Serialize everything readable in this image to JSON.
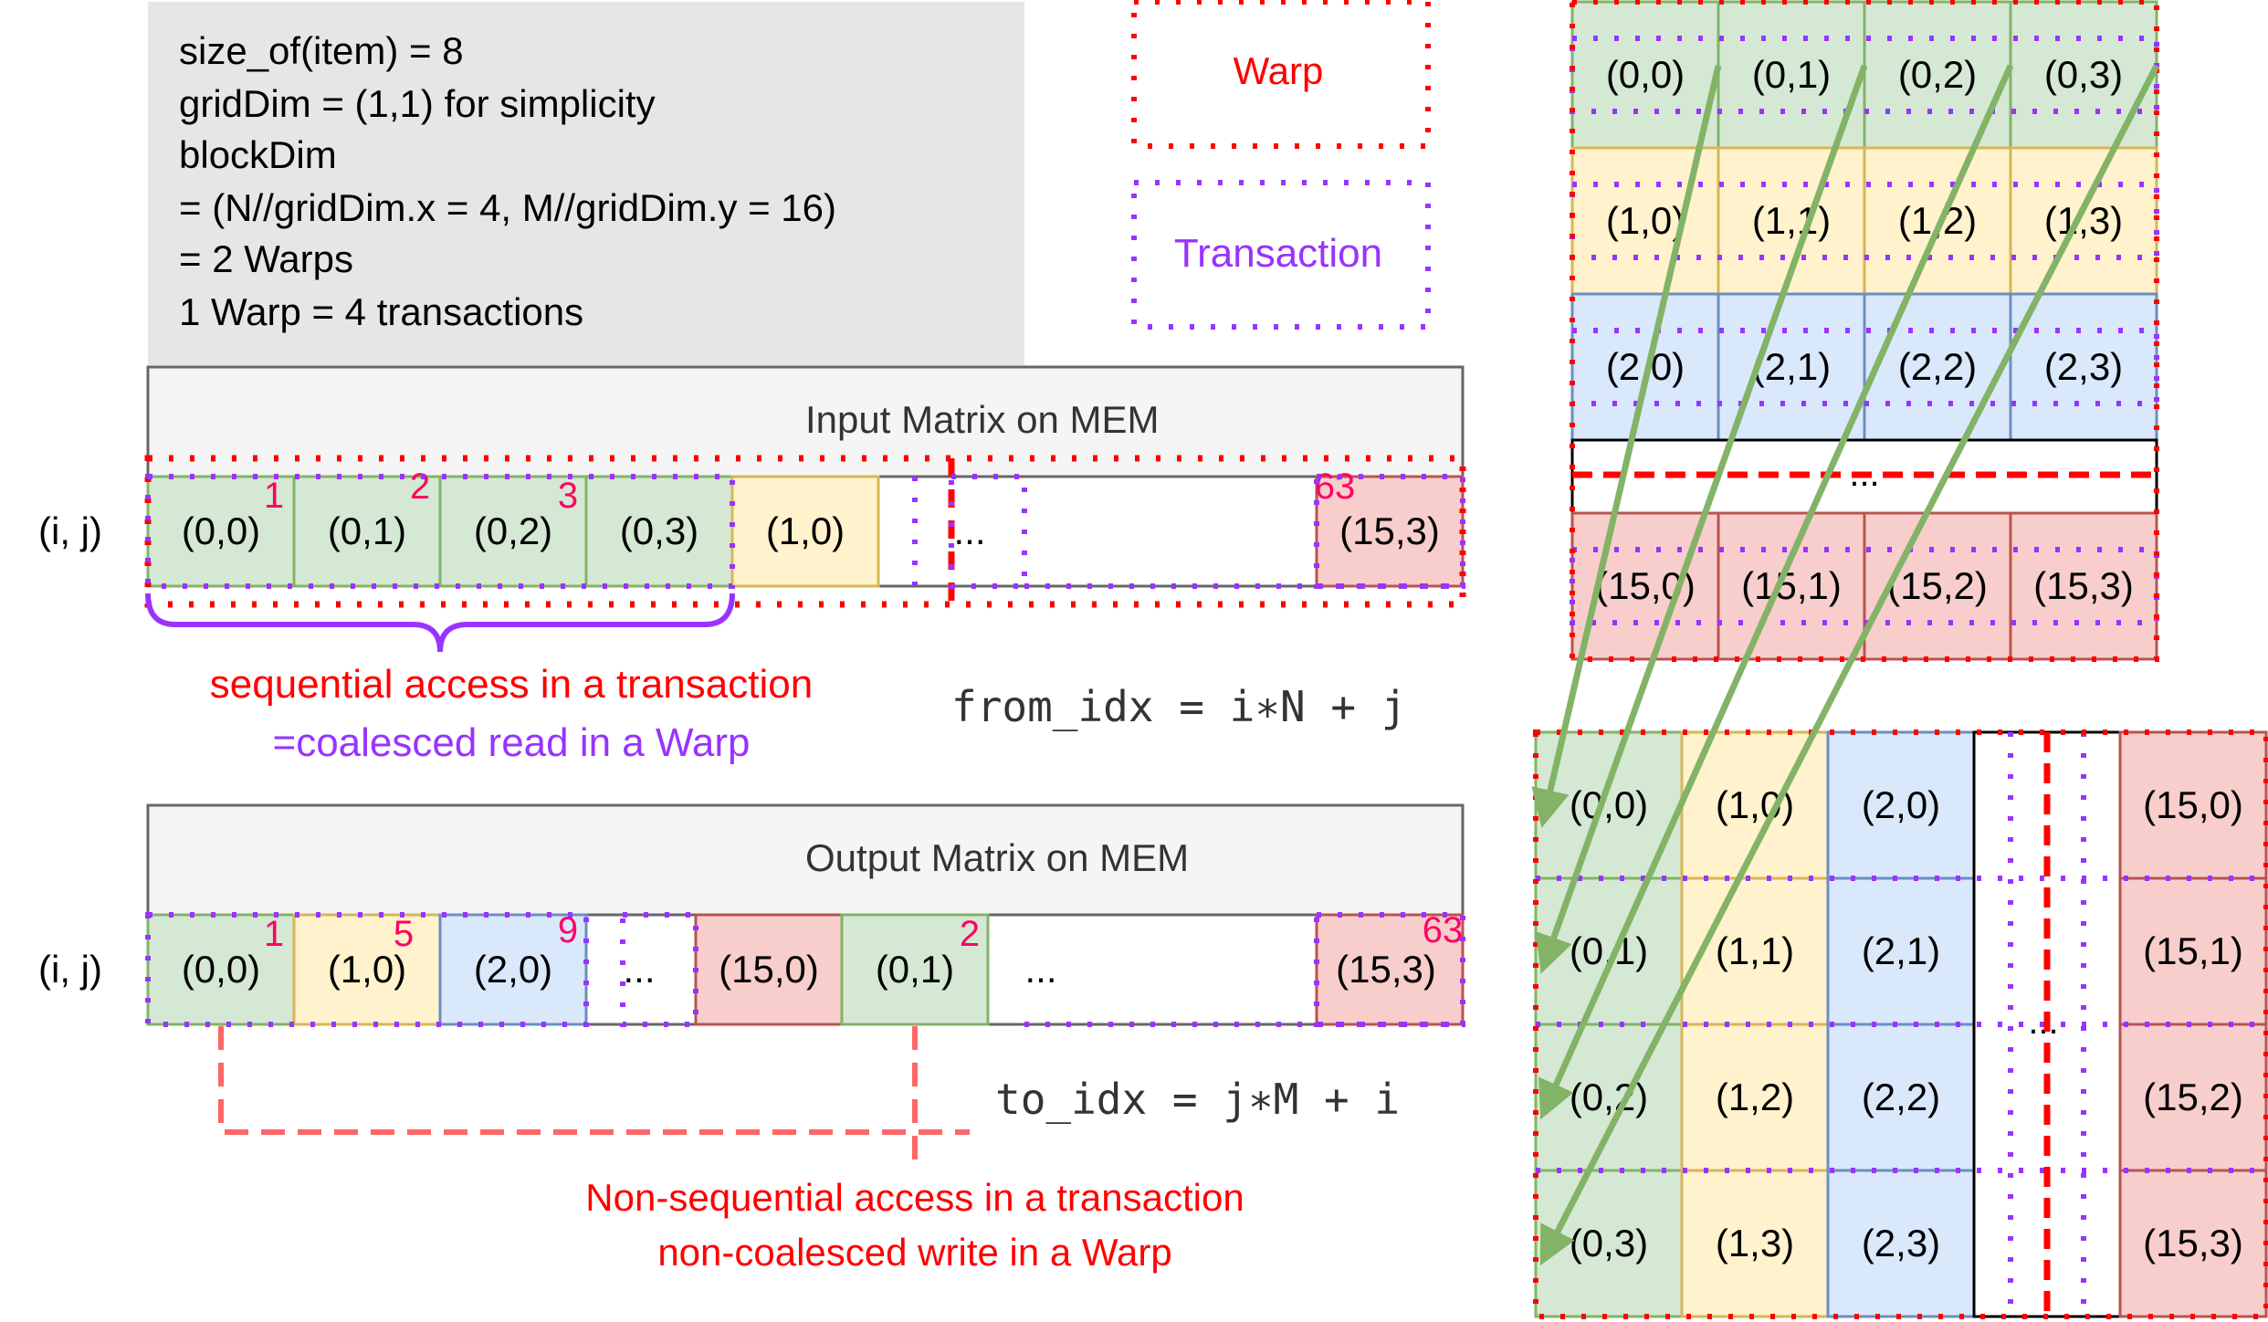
{
  "colors": {
    "green_fill": "#d5e8d4",
    "green_stroke": "#82b366",
    "yellow_fill": "#fff2cc",
    "yellow_stroke": "#d6b656",
    "blue_fill": "#dae8fc",
    "blue_stroke": "#6c8ebf",
    "red_fill": "#f8cecc",
    "red_stroke": "#b85450",
    "warp": "#ff0000",
    "transaction": "#9933ff",
    "index": "#ff0066",
    "arrow": "#82b366",
    "note_bg": "#e6e6e6",
    "header_bg": "#f5f5f5",
    "text": "#000000",
    "mono": "#333333",
    "dashed_connector": "#ff6666"
  },
  "notes": {
    "lines": [
      "size_of(item) = 8",
      "gridDim = (1,1) for simplicity",
      "blockDim",
      "= (N//gridDim.x = 4, M//gridDim.y = 16)",
      "= 2 Warps",
      "1 Warp = 4 transactions"
    ]
  },
  "legend": {
    "warp": "Warp",
    "transaction": "Transaction"
  },
  "input_matrix": {
    "title": "Input Matrix on MEM",
    "row_label": "(i, j)",
    "cells": [
      {
        "label": "(0,0)",
        "color": "green",
        "index": "1"
      },
      {
        "label": "(0,1)",
        "color": "green",
        "index": "2"
      },
      {
        "label": "(0,2)",
        "color": "green",
        "index": "3"
      },
      {
        "label": "(0,3)",
        "color": "green",
        "index": ""
      },
      {
        "label": "(1,0)",
        "color": "yellow",
        "index": ""
      },
      {
        "label": "...",
        "color": "none",
        "index": ""
      },
      {
        "label": "(15,3)",
        "color": "red",
        "index": "63"
      }
    ],
    "caption_line1": "sequential access in a transaction",
    "caption_line2": "=coalesced read in a Warp",
    "formula": "from_idx = i∗N + j"
  },
  "output_matrix": {
    "title": "Output Matrix on MEM",
    "row_label": "(i, j)",
    "cells": [
      {
        "label": "(0,0)",
        "color": "green",
        "index": "1"
      },
      {
        "label": "(1,0)",
        "color": "yellow",
        "index": "5"
      },
      {
        "label": "(2,0)",
        "color": "blue",
        "index": "9"
      },
      {
        "label": "...",
        "color": "none",
        "index": ""
      },
      {
        "label": "(15,0)",
        "color": "red",
        "index": ""
      },
      {
        "label": "(0,1)",
        "color": "green",
        "index": "2"
      },
      {
        "label": "...",
        "color": "none",
        "index": ""
      },
      {
        "label": "(15,3)",
        "color": "red",
        "index": "63"
      }
    ],
    "caption_line1": "Non-sequential access in a transaction",
    "caption_line2": "non-coalesced write in a Warp",
    "formula": "to_idx = j∗M + i"
  },
  "source_grid": {
    "rows": [
      {
        "color": "green",
        "cells": [
          "(0,0)",
          "(0,1)",
          "(0,2)",
          "(0,3)"
        ]
      },
      {
        "color": "yellow",
        "cells": [
          "(1,0)",
          "(1,1)",
          "(1,2)",
          "(1,3)"
        ]
      },
      {
        "color": "blue",
        "cells": [
          "(2,0)",
          "(2,1)",
          "(2,2)",
          "(2,3)"
        ]
      },
      {
        "color": "red",
        "cells": [
          "(15,0)",
          "(15,1)",
          "(15,2)",
          "(15,3)"
        ]
      }
    ],
    "ellipsis": "..."
  },
  "target_grid": {
    "columns": [
      {
        "color": "green",
        "cells": [
          "(0,0)",
          "(0,1)",
          "(0,2)",
          "(0,3)"
        ]
      },
      {
        "color": "yellow",
        "cells": [
          "(1,0)",
          "(1,1)",
          "(1,2)",
          "(1,3)"
        ]
      },
      {
        "color": "blue",
        "cells": [
          "(2,0)",
          "(2,1)",
          "(2,2)",
          "(2,3)"
        ]
      },
      {
        "color": "red",
        "cells": [
          "(15,0)",
          "(15,1)",
          "(15,2)",
          "(15,3)"
        ]
      }
    ],
    "ellipsis": "..."
  }
}
